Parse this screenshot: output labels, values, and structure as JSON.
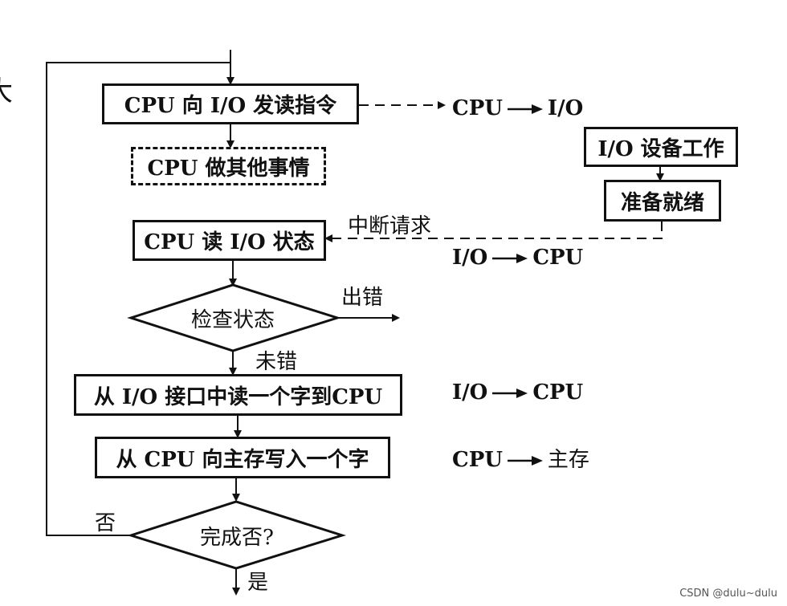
{
  "nodes": {
    "send_read": "CPU 向 I/O 发读指令",
    "do_other": "CPU 做其他事情",
    "read_status": "CPU 读 I/O 状态",
    "check_status": "检查状态",
    "read_word": "从 I/O 接口中读一个字到CPU",
    "write_mem": "从 CPU 向主存写入一个字",
    "done": "完成否?",
    "io_work": "I/O 设备工作",
    "ready": "准备就绪"
  },
  "labels": {
    "interrupt": "中断请求",
    "error": "出错",
    "no_error": "未错",
    "no": "否",
    "yes": "是"
  },
  "flows": {
    "f1": {
      "from": "CPU",
      "to": "I/O"
    },
    "f2": {
      "from": "I/O",
      "to": "CPU"
    },
    "f3": {
      "from": "I/O",
      "to": "CPU"
    },
    "f4": {
      "from": "CPU",
      "to": "主存"
    }
  },
  "watermark": "CSDN @dulu~dulu",
  "edge_glyph": "大"
}
